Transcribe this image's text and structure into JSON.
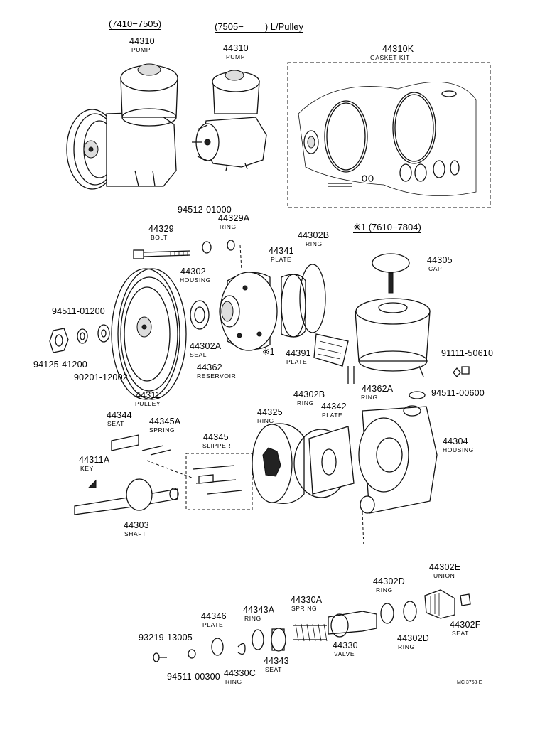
{
  "headers": {
    "range_1": "(7410−7505)",
    "range_2": "(7505−",
    "range_2_suffix": ") L/Pulley",
    "range_3": "※1  (7610−7804)"
  },
  "parts": {
    "p44310a": {
      "num": "44310",
      "name": "PUMP"
    },
    "p44310b": {
      "num": "44310",
      "name": "PUMP"
    },
    "p44310k": {
      "num": "44310K",
      "name": "GASKET KIT"
    },
    "p94512": {
      "num": "94512-01000"
    },
    "p44329a": {
      "num": "44329A",
      "name": "RING"
    },
    "p44329": {
      "num": "44329",
      "name": "BOLT"
    },
    "p44302b_top": {
      "num": "44302B",
      "name": "RING"
    },
    "p44341": {
      "num": "44341",
      "name": "PLATE"
    },
    "p44305": {
      "num": "44305",
      "name": "CAP"
    },
    "p44302": {
      "num": "44302",
      "name": "HOUSING"
    },
    "p94511_01200": {
      "num": "94511-01200"
    },
    "p44302a": {
      "num": "44302A",
      "name": "SEAL"
    },
    "p44391": {
      "num": "44391",
      "name": "PLATE"
    },
    "p91111": {
      "num": "91111-50610"
    },
    "p94125": {
      "num": "94125-41200"
    },
    "p90201": {
      "num": "90201-12002"
    },
    "p44362": {
      "num": "44362",
      "name": "RESERVOIR"
    },
    "p44362a": {
      "num": "44362A",
      "name": "RING"
    },
    "p94511_00600": {
      "num": "94511-00600"
    },
    "p44311": {
      "num": "44311",
      "name": "PULLEY"
    },
    "p44302b_mid": {
      "num": "44302B",
      "name": "RING"
    },
    "p44344": {
      "num": "44344",
      "name": "SEAT"
    },
    "p44345a": {
      "num": "44345A",
      "name": "SPRING"
    },
    "p44325": {
      "num": "44325",
      "name": "RING"
    },
    "p44342": {
      "num": "44342",
      "name": "PLATE"
    },
    "p44304": {
      "num": "44304",
      "name": "HOUSING"
    },
    "p44345": {
      "num": "44345",
      "name": "SLIPPER"
    },
    "p44311a": {
      "num": "44311A",
      "name": "KEY"
    },
    "p44303": {
      "num": "44303",
      "name": "SHAFT"
    },
    "p44302e": {
      "num": "44302E",
      "name": "UNION"
    },
    "p44302d_top": {
      "num": "44302D",
      "name": "RING"
    },
    "p44346": {
      "num": "44346",
      "name": "PLATE"
    },
    "p44343a": {
      "num": "44343A",
      "name": "RING"
    },
    "p44330a": {
      "num": "44330A",
      "name": "SPRING"
    },
    "p44302f": {
      "num": "44302F",
      "name": "SEAT"
    },
    "p93219": {
      "num": "93219-13005"
    },
    "p44330": {
      "num": "44330",
      "name": "VALVE"
    },
    "p44343": {
      "num": "44343",
      "name": "SEAT"
    },
    "p44302d_bot": {
      "num": "44302D",
      "name": "RING"
    },
    "p94511_00300": {
      "num": "94511-00300"
    },
    "p44330c": {
      "num": "44330C",
      "name": "RING"
    }
  },
  "markers": {
    "asterisk_1": "※1"
  },
  "footer": {
    "code": "MC 3768-E"
  }
}
